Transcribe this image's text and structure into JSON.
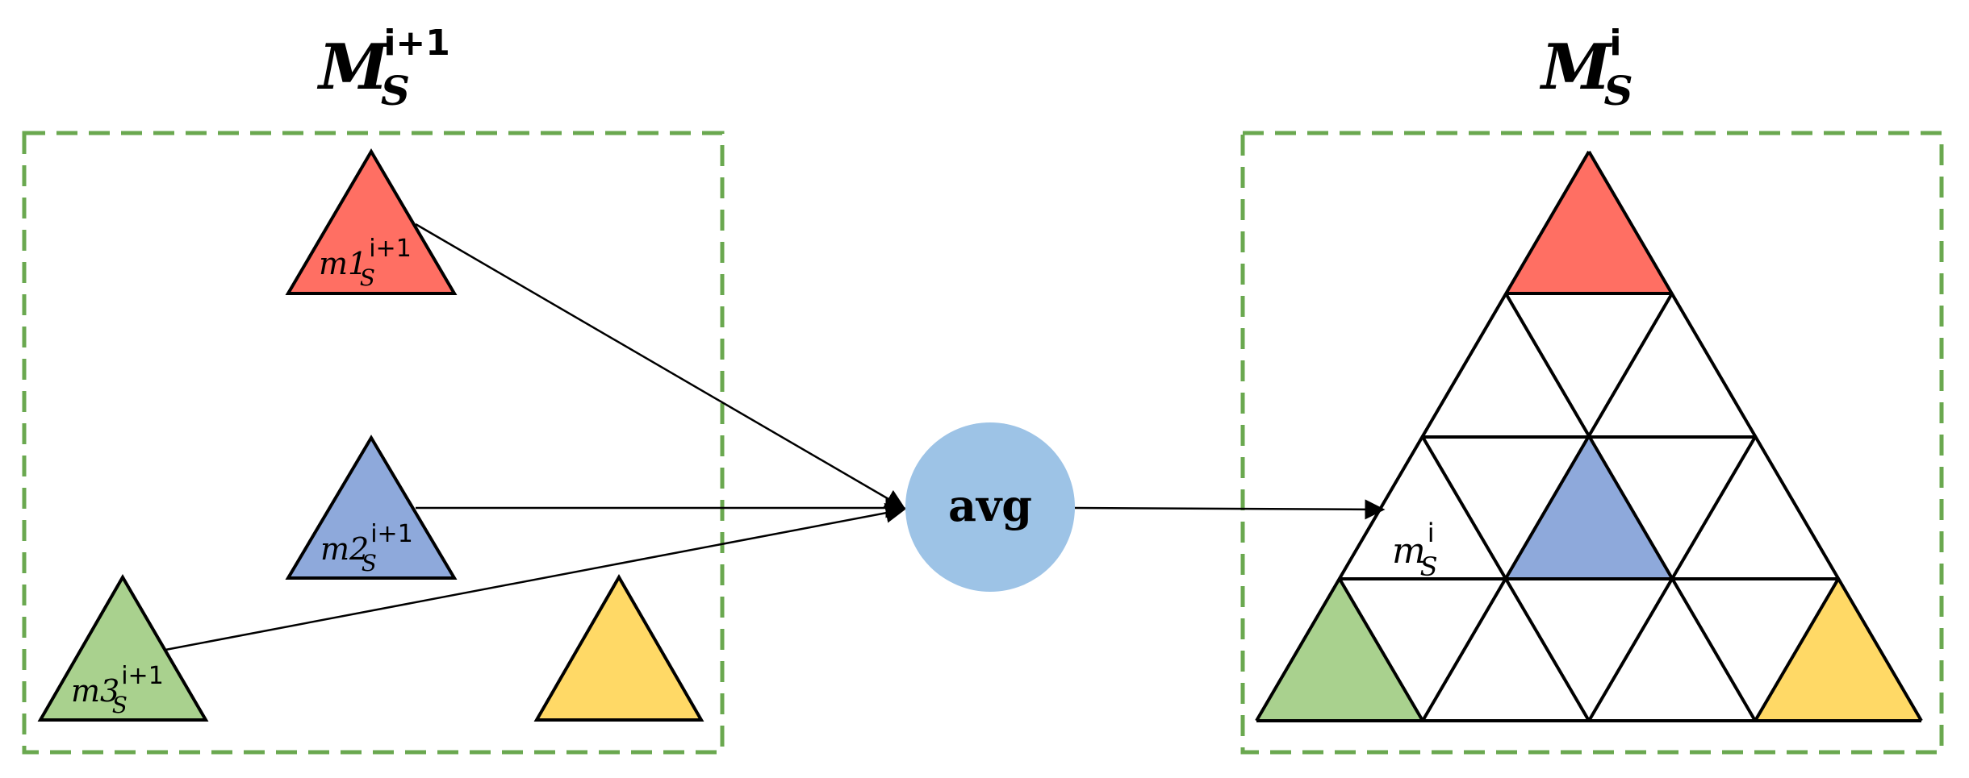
{
  "colors": {
    "red": "#FF6F63",
    "blue": "#8EA9DB",
    "green": "#A9D18E",
    "yellow": "#FFD966",
    "circle": "#9DC3E6",
    "dash": "#6AA84F"
  },
  "left": {
    "title": {
      "base": "M",
      "sub": "S",
      "sup": "i+1"
    },
    "items": [
      {
        "base": "m1",
        "sub": "S",
        "sup": "i+1"
      },
      {
        "base": "m2",
        "sub": "S",
        "sup": "i+1"
      },
      {
        "base": "m3",
        "sub": "S",
        "sup": "i+1"
      }
    ]
  },
  "node": {
    "label": "avg"
  },
  "right": {
    "title": {
      "base": "M",
      "sub": "S",
      "sup": "i"
    },
    "cell_label": {
      "base": "m",
      "sub": "S",
      "sup": "i"
    }
  }
}
